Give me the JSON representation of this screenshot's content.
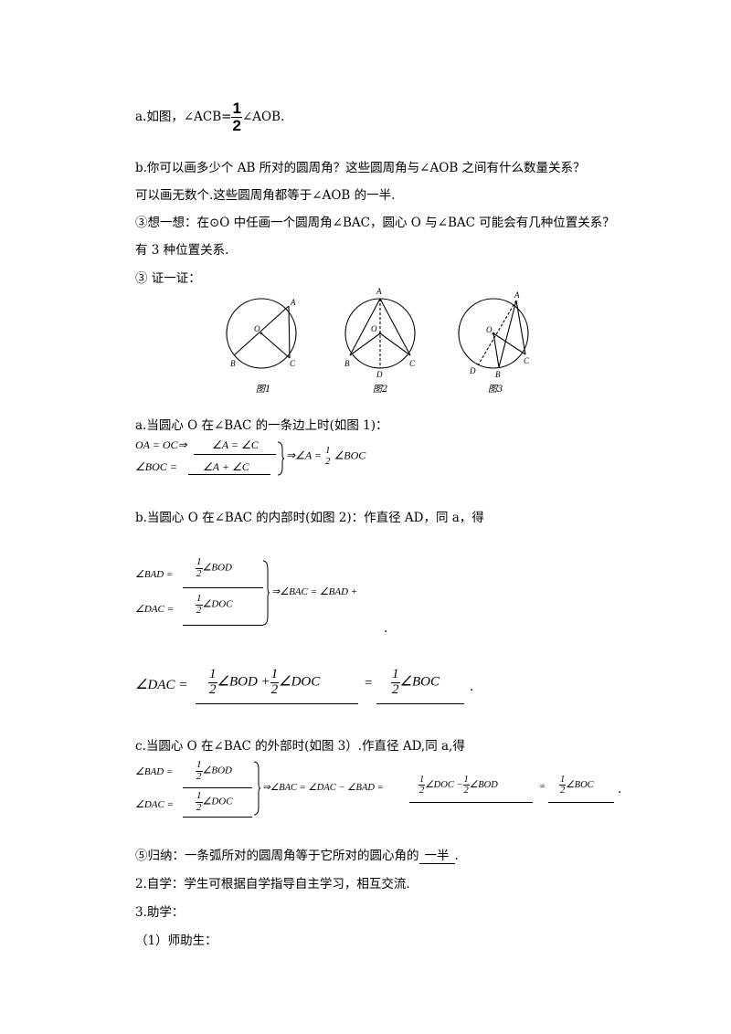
{
  "a_line": {
    "prefix": "a.如图，∠ACB=",
    "num": "1",
    "den": "2",
    "suffix": "∠AOB."
  },
  "b_question": "b.你可以画多少个 AB 所对的圆周角？这些圆周角与∠AOB 之间有什么数量关系？",
  "b_answer": "可以画无数个.这些圆周角都等于∠AOB 的一半.",
  "think": "③想一想：在⊙O 中任画一个圆周角∠BAC，圆心 O 与∠BAC 可能会有几种位置关系？",
  "think_answer": "有 3 种位置关系.",
  "prove_title": "③  证一证：",
  "figures": [
    {
      "caption": "图1",
      "labels": {
        "A": "A",
        "B": "B",
        "C": "C",
        "O": "O"
      }
    },
    {
      "caption": "图2",
      "labels": {
        "A": "A",
        "B": "B",
        "C": "C",
        "O": "O",
        "D": "D"
      }
    },
    {
      "caption": "图3",
      "labels": {
        "A": "A",
        "B": "B",
        "C": "C",
        "O": "O",
        "D": "D"
      }
    }
  ],
  "case_a": {
    "title": "a.当圆心 O 在∠BAC 的一条边上时(如图 1)：",
    "line1_left": "OA = OC⇒",
    "line1_fill": "∠A = ∠C",
    "line2_left": "∠BOC =",
    "line2_fill": "∠A + ∠C",
    "result_prefix": "⇒∠A =",
    "result_num": "1",
    "result_den": "2",
    "result_suffix": "∠BOC"
  },
  "case_b": {
    "title": "b.当圆心 O 在∠BAC 的内部时(如图 2)：作直径 AD，同 a，得",
    "line1_left": "∠BAD =",
    "line1_num": "1",
    "line1_den": "2",
    "line1_rest": "∠BOD",
    "line2_left": "∠DAC =",
    "line2_num": "1",
    "line2_den": "2",
    "line2_rest": "∠DOC",
    "result": "⇒∠BAC = ∠BAD +",
    "dot": ".",
    "big_left": "∠DAC =",
    "big_f1_num": "1",
    "big_f1_den": "2",
    "big_f1_rest": "∠BOD +",
    "big_f2_num": "1",
    "big_f2_den": "2",
    "big_f2_rest": "∠DOC",
    "big_eq": "=",
    "big_f3_num": "1",
    "big_f3_den": "2",
    "big_f3_rest": "∠BOC",
    "big_end": "."
  },
  "case_c": {
    "title": "c.当圆心 O 在∠BAC 的外部时(如图 3）.作直径 AD,同 a,得",
    "line1_left": "∠BAD =",
    "line1_num": "1",
    "line1_den": "2",
    "line1_rest": "∠BOD",
    "line2_left": "∠DAC =",
    "line2_num": "1",
    "line2_den": "2",
    "line2_rest": "∠DOC",
    "result": "⇒∠BAC = ∠DAC − ∠BAD =",
    "f1_num": "1",
    "f1_den": "2",
    "f1_mid": "∠DOC −",
    "f2_num": "1",
    "f2_den": "2",
    "f2_rest": "∠BOD",
    "eq": "=",
    "f3_num": "1",
    "f3_den": "2",
    "f3_rest": "∠BOC",
    "end": "."
  },
  "summary": {
    "prefix": "⑤归纳：一条弧所对的圆周角等于它所对的圆心角的",
    "fill": "一半",
    "suffix": "."
  },
  "self_study": "2.自学：学生可根据自学指导自主学习，相互交流.",
  "help_study": "3.助学：",
  "teacher_help": "（1）师助生："
}
